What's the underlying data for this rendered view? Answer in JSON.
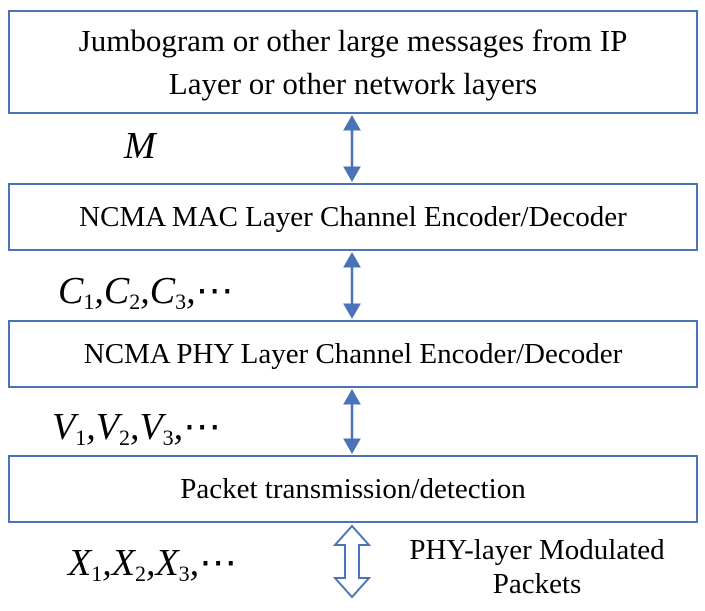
{
  "boxes": {
    "ip_layer": {
      "line1": "Jumbogram or other large messages from IP",
      "line2": "Layer or other network layers"
    },
    "mac_layer": "NCMA MAC Layer Channel Encoder/Decoder",
    "phy_layer": "NCMA PHY Layer Channel Encoder/Decoder",
    "transmission": "Packet transmission/detection"
  },
  "symbols": {
    "m": "M",
    "c": {
      "base": "C",
      "sep": ",",
      "subs": [
        "1",
        "2",
        "3"
      ],
      "tail": "⋯"
    },
    "v": {
      "base": "V",
      "sep": ",",
      "subs": [
        "1",
        "2",
        "3"
      ],
      "tail": "⋯"
    },
    "x": {
      "base": "X",
      "sep": ",",
      "subs": [
        "1",
        "2",
        "3"
      ],
      "tail": "⋯"
    }
  },
  "note": {
    "line1": "PHY-layer Modulated",
    "line2": "Packets"
  },
  "colors": {
    "box_border": "#4a73b8",
    "arrow": "#4a73b8"
  }
}
